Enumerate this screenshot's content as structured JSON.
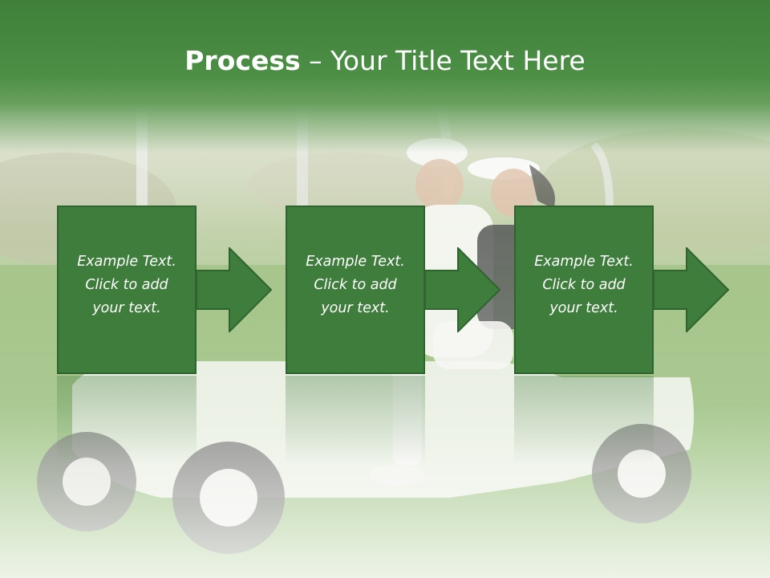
{
  "title": {
    "bold": "Process",
    "separator": " – ",
    "rest": "Your Title Text Here"
  },
  "steps": [
    {
      "text": "Example Text.\nClick  to add\nyour text."
    },
    {
      "text": "Example Text.\nClick  to add\nyour text."
    },
    {
      "text": "Example Text.\nClick  to add\nyour text."
    }
  ],
  "colors": {
    "band": "#3f7f3a",
    "box": "#3f7d3c",
    "box_border": "#2f6330",
    "text": "#ffffff"
  }
}
